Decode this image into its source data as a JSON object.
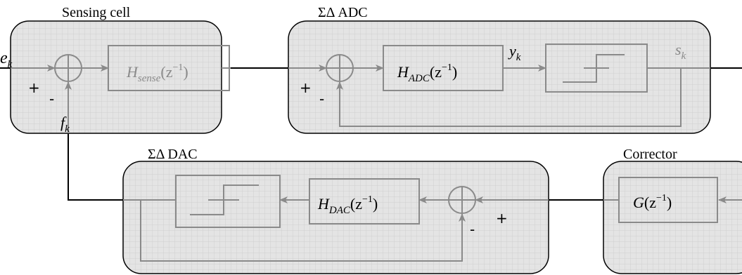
{
  "blocks": {
    "sensing_cell": "Sensing cell",
    "adc": "ΣΔ ADC",
    "dac": "ΣΔ DAC",
    "corrector": "Corrector"
  },
  "signals": {
    "input": {
      "base": "e",
      "sub": "k"
    },
    "feedback": {
      "base": "f",
      "sub": "k"
    },
    "adc_mid": {
      "base": "y",
      "sub": "k"
    },
    "output": {
      "base": "s",
      "sub": "k"
    }
  },
  "transfer_functions": {
    "sense": {
      "base": "H",
      "sub": "sense",
      "arg": "(z",
      "exp": "−1",
      "close": ")"
    },
    "adc": {
      "base": "H",
      "sub": "ADC",
      "arg": "(z",
      "exp": "−1",
      "close": ")"
    },
    "dac": {
      "base": "H",
      "sub": "DAC",
      "arg": "(z",
      "exp": "−1",
      "close": ")"
    },
    "corrector": {
      "base": "G",
      "arg": "(z",
      "exp": "−1",
      "close": ")"
    }
  },
  "signs": {
    "plus": "+",
    "minus": "-"
  },
  "colors": {
    "panel_fill": "#e4e4e4",
    "grid": "#cfcfcf",
    "panel_border": "#000000",
    "gray_line": "#8a8a8a",
    "black_line": "#000000"
  }
}
